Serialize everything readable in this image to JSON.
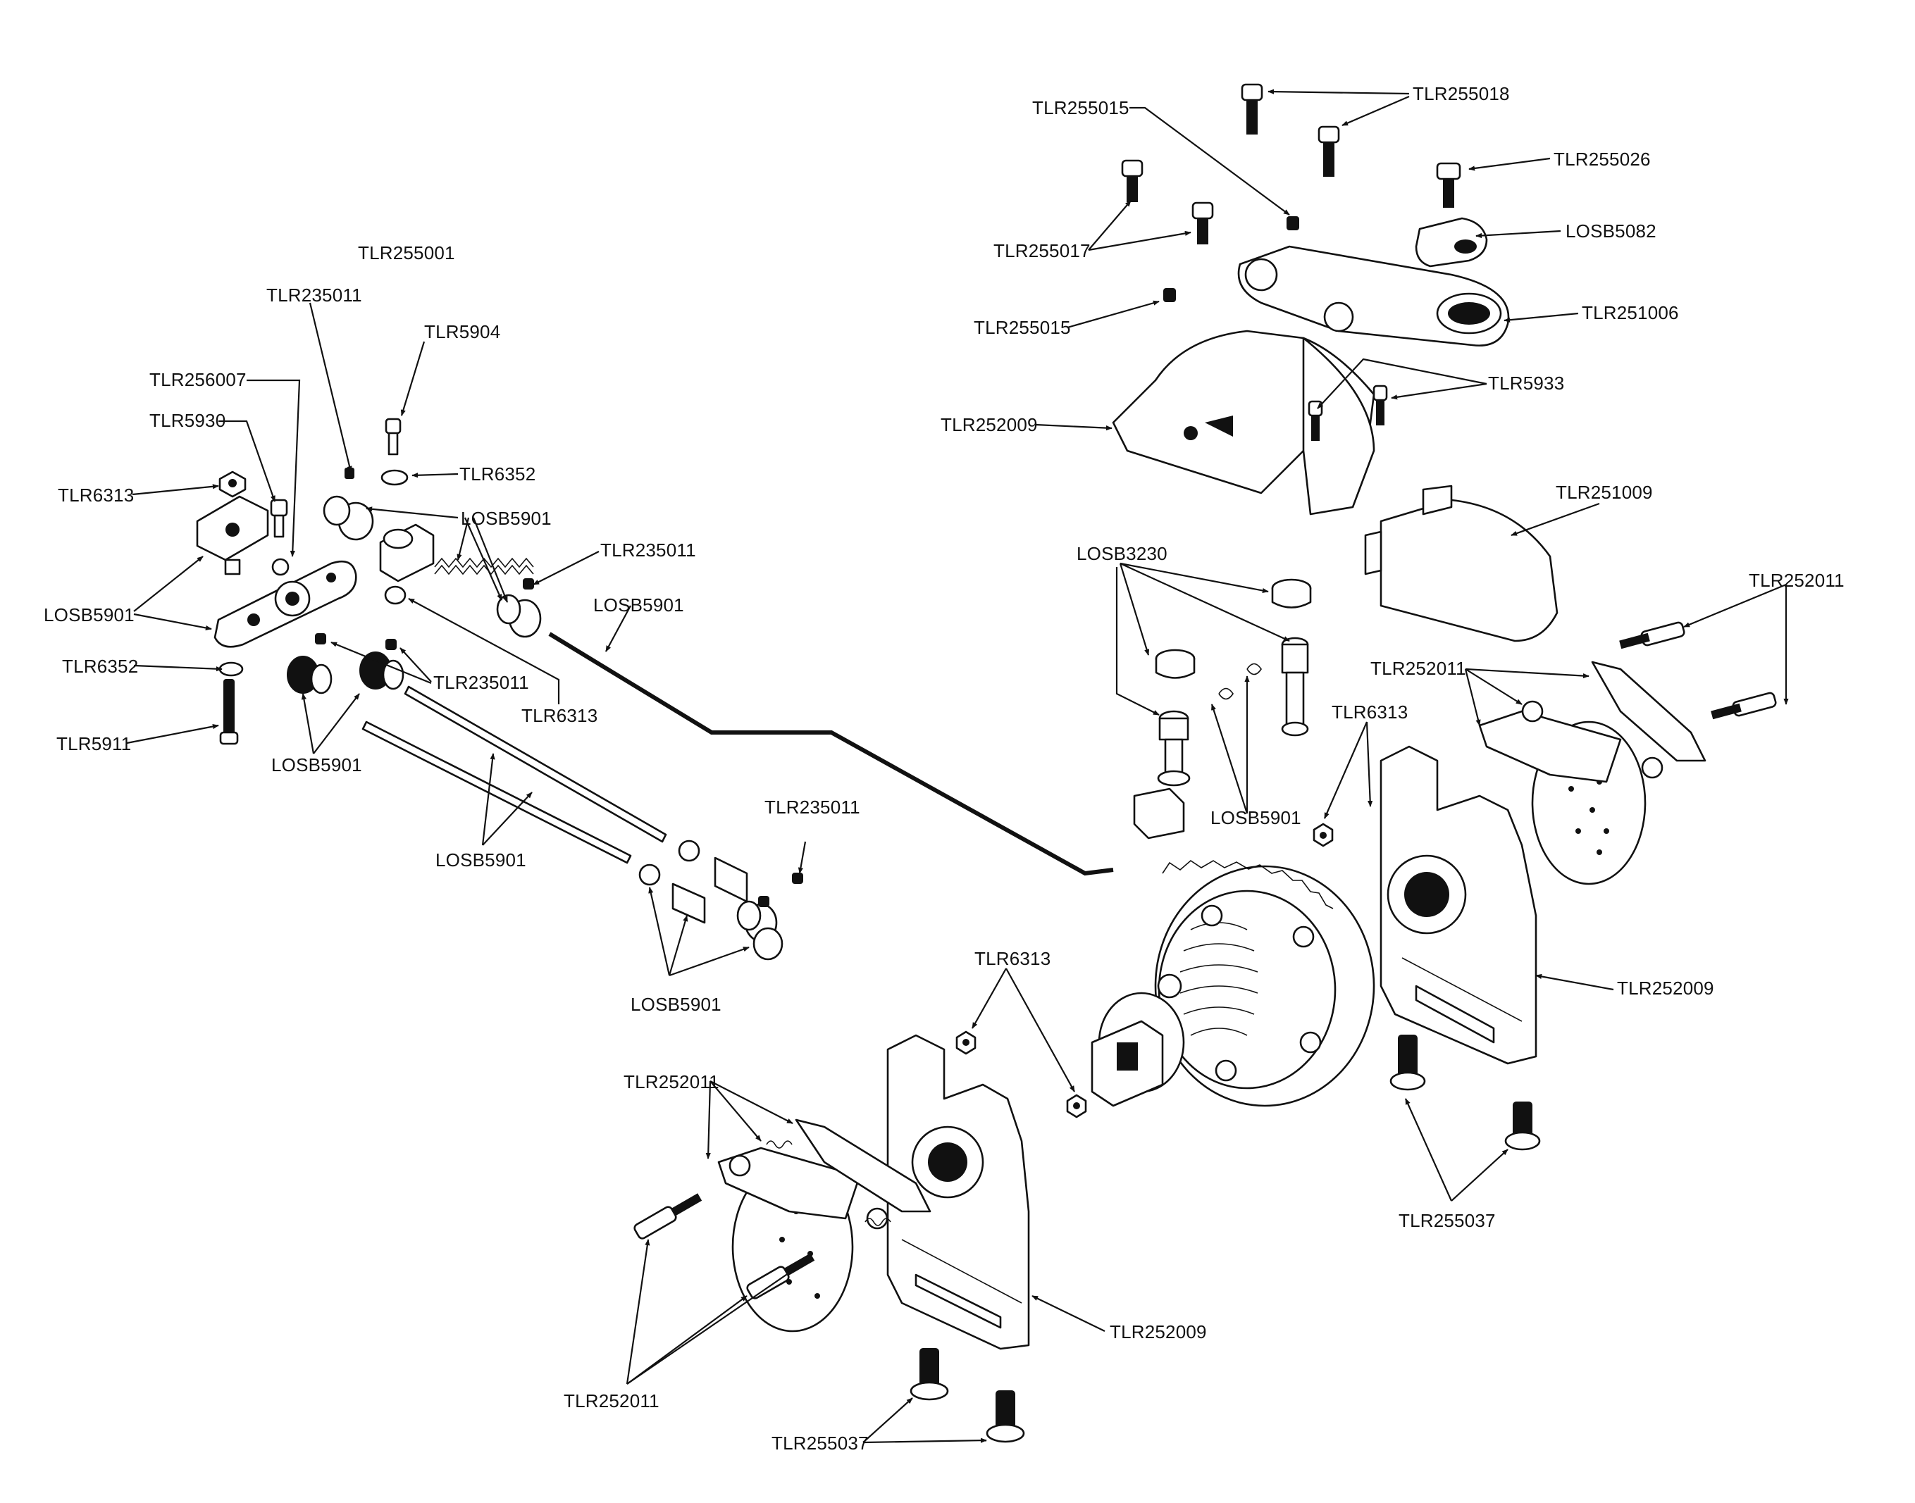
{
  "diagram": {
    "callouts": {
      "tlr255001": "TLR255001",
      "tlr235011_a": "TLR235011",
      "tlr5904": "TLR5904",
      "tlr256007": "TLR256007",
      "tlr5930": "TLR5930",
      "tlr6313_a": "TLR6313",
      "tlr6352_a": "TLR6352",
      "losb5901_a": "LOSB5901",
      "tlr235011_b": "TLR235011",
      "losb5901_b": "LOSB5901",
      "losb5901_c": "LOSB5901",
      "tlr6352_b": "TLR6352",
      "tlr235011_c": "TLR235011",
      "tlr5911": "TLR5911",
      "tlr6313_b": "TLR6313",
      "losb5901_d": "LOSB5901",
      "losb5901_e": "LOSB5901",
      "tlr235011_d": "TLR235011",
      "losb5901_f": "LOSB5901",
      "tlr255015_a": "TLR255015",
      "tlr255018": "TLR255018",
      "tlr255026": "TLR255026",
      "tlr255017": "TLR255017",
      "losb5082": "LOSB5082",
      "tlr255015_b": "TLR255015",
      "tlr251006": "TLR251006",
      "tlr5933": "TLR5933",
      "tlr252009_a": "TLR252009",
      "tlr251009": "TLR251009",
      "losb3230": "LOSB3230",
      "tlr252011_a": "TLR252011",
      "tlr252011_b": "TLR252011",
      "tlr6313_c": "TLR6313",
      "losb5901_g": "LOSB5901",
      "tlr6313_d": "TLR6313",
      "tlr252009_b": "TLR252009",
      "tlr252011_c": "TLR252011",
      "tlr255037_a": "TLR255037",
      "tlr252009_c": "TLR252009",
      "tlr252011_d": "TLR252011",
      "tlr255037_b": "TLR255037"
    }
  }
}
